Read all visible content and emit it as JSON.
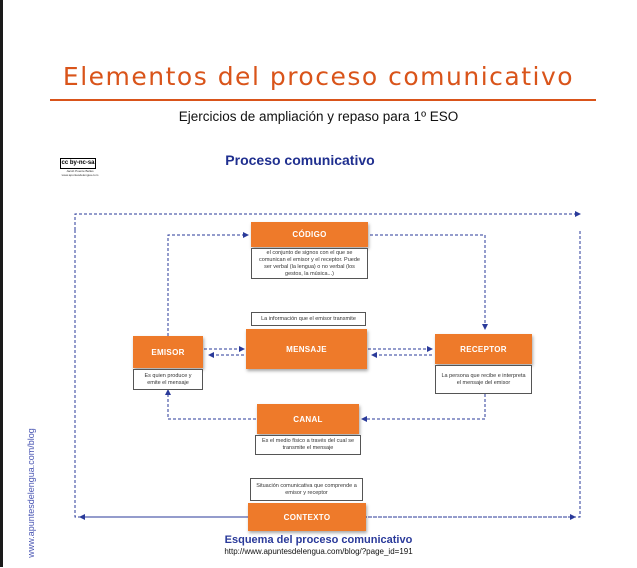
{
  "header": {
    "title": "Elementos del proceso comunicativo",
    "subtitle": "Ejercicios de ampliación y repaso para 1º ESO"
  },
  "license": {
    "badge_text": "cc by-nc-sa",
    "author_line": "Jacob Puente Belles",
    "site_line": "www.apuntesdelengua.com"
  },
  "diagram": {
    "heading": "Proceso comunicativo",
    "nodes": {
      "codigo": {
        "label": "CÓDIGO",
        "desc": "el conjunto de signos con el que se comunican el emisor y el receptor. Puede ser verbal (la lengua) o no verbal (los gestos, la música...)"
      },
      "mensaje": {
        "label": "MENSAJE",
        "desc": "La información que el emisor transmite"
      },
      "emisor": {
        "label": "EMISOR",
        "desc": "Es quien produce y emite el mensaje"
      },
      "receptor": {
        "label": "RECEPTOR",
        "desc": "La persona que recibe e interpreta el mensaje del emisor"
      },
      "canal": {
        "label": "CANAL",
        "desc": "Es el medio físico a través del cual se transmite el mensaje"
      },
      "contexto": {
        "label": "CONTEXTO",
        "desc": "Situación comunicativa que comprende a emisor y receptor"
      }
    },
    "colors": {
      "node": "#ee7a2a",
      "arrow": "#2a3a9a",
      "title": "#d9541a"
    }
  },
  "footer": {
    "caption": "Esquema del proceso comunicativo",
    "url": "http://www.apuntesdelengua.com/blog/?page_id=191",
    "side_text": "www.apuntesdelengua.com/blog"
  }
}
